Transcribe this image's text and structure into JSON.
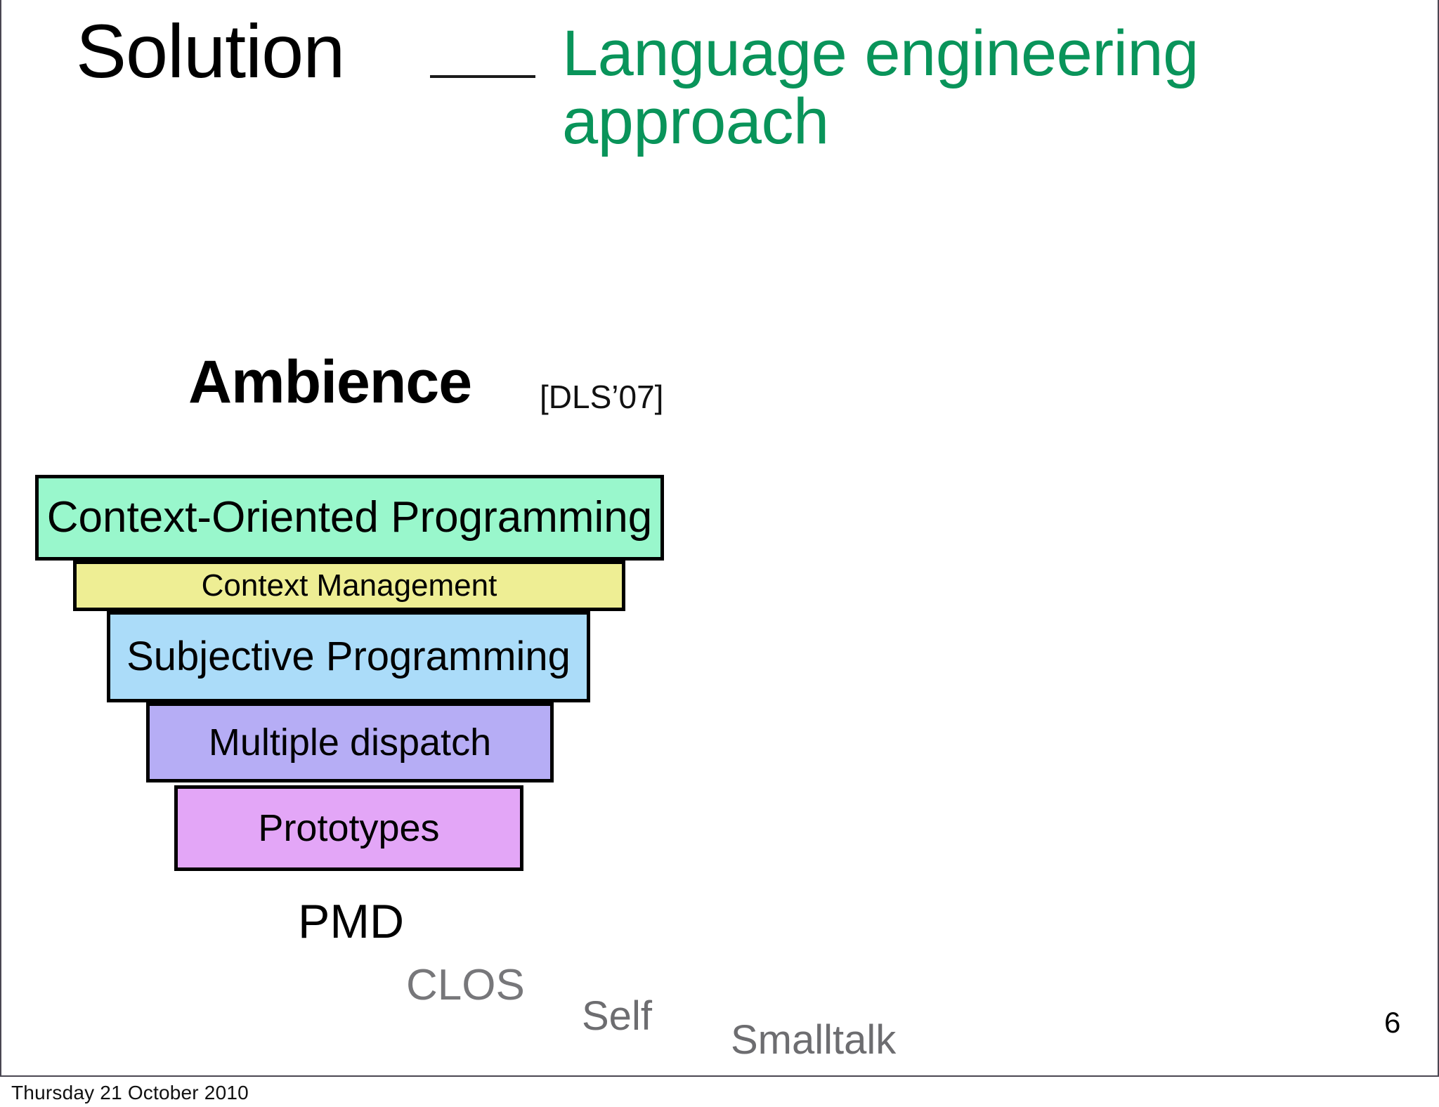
{
  "slide": {
    "title": {
      "main": "Solution",
      "separator_icon": "horizontal-rule",
      "subtitle": "Language engineering approach",
      "subtitle_color": "#09945A"
    },
    "section": {
      "heading": "Ambience",
      "citation": "[DLS’07]"
    },
    "stack": {
      "layers": [
        {
          "label": "Context-Oriented Programming",
          "color": "#99F7CC",
          "border_color": "#000000"
        },
        {
          "label": "Context Management",
          "color": "#EEEE94",
          "border_color": "#000000"
        },
        {
          "label": "Subjective Programming",
          "color": "#ABDCF9",
          "border_color": "#000000"
        },
        {
          "label": "Multiple dispatch",
          "color": "#B6ADF5",
          "border_color": "#000000"
        },
        {
          "label": "Prototypes",
          "color": "#E3A6F7",
          "border_color": "#000000"
        }
      ]
    },
    "languages": [
      {
        "label": "PMD",
        "color": "#000000"
      },
      {
        "label": "CLOS",
        "color": "#77777A"
      },
      {
        "label": "Self",
        "color": "#6D6D70"
      },
      {
        "label": "Smalltalk",
        "color": "#6D6D70"
      }
    ],
    "page_number": "6",
    "footer_date": "Thursday 21 October 2010"
  }
}
